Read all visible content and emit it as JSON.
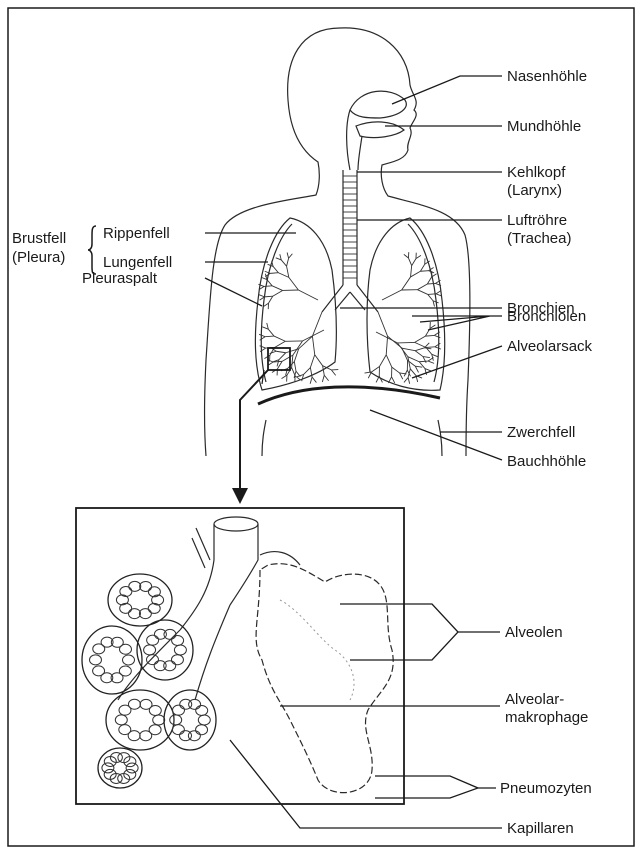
{
  "labels": {
    "nasenhoehle": "Nasenhöhle",
    "mundhoehle": "Mundhöhle",
    "kehlkopf_1": "Kehlkopf",
    "kehlkopf_2": "(Larynx)",
    "luftroehre_1": "Luftröhre",
    "luftroehre_2": "(Trachea)",
    "bronchien": "Bronchien",
    "bronchiolen": "Bronchiolen",
    "alveolarsack": "Alveolarsack",
    "zwerchfell": "Zwerchfell",
    "bauchhoehle": "Bauchhöhle",
    "brustfell_1": "Brustfell",
    "brustfell_2": "(Pleura)",
    "rippenfell": "Rippenfell",
    "lungenfell": "Lungenfell",
    "pleuraspalt": "Pleuraspalt",
    "alveolen": "Alveolen",
    "alveolarmakrophage_1": "Alveolar-",
    "alveolarmakrophage_2": "makrophage",
    "pneumozyten": "Pneumozyten",
    "kapillaren": "Kapillaren"
  },
  "colors": {
    "ink": "#1a1a1a",
    "paper": "#ffffff"
  }
}
